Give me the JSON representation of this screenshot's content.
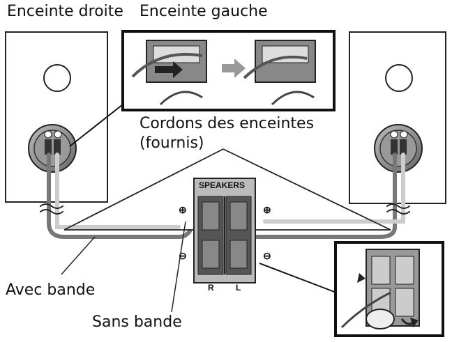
{
  "labels": {
    "right_speaker": "Enceinte droite",
    "left_speaker": "Enceinte gauche",
    "cords_line1": "Cordons des enceintes",
    "cords_line2": "(fournis)",
    "speakers_panel": "SPEAKERS",
    "plus": "⊕",
    "minus": "⊖",
    "channel_r": "R",
    "channel_l": "L",
    "with_stripe": "Avec bande",
    "without_stripe": "Sans bande"
  }
}
